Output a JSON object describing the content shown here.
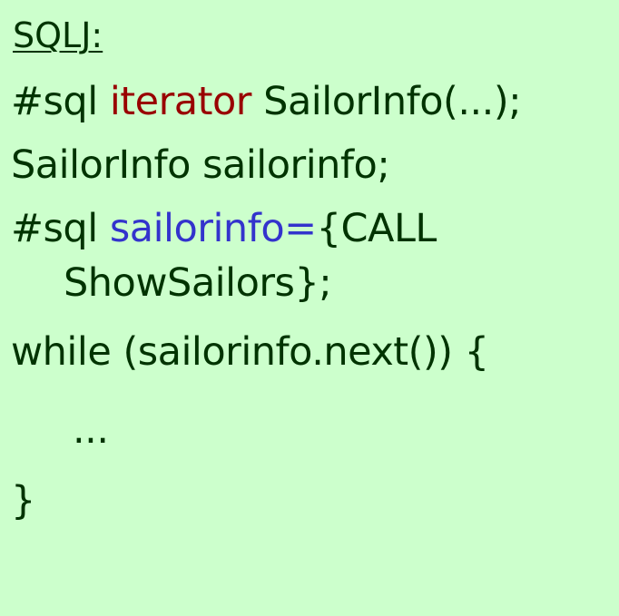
{
  "title": "SQLJ:",
  "colors": {
    "background": "#ccffcc",
    "text": "#003300",
    "keyword_iterator": "#990000",
    "host_variable": "#3333cc"
  },
  "code": {
    "line1": {
      "prefix": "#sql ",
      "keyword": "iterator",
      "rest": " SailorInfo(...);"
    },
    "line2": "SailorInfo sailorinfo;",
    "line3": {
      "prefix": "#sql ",
      "variable": "sailorinfo=",
      "rest": "{CALL"
    },
    "line4": "ShowSailors};",
    "line5": "while (sailorinfo.next()) {",
    "line6": "...",
    "line7": "}"
  }
}
